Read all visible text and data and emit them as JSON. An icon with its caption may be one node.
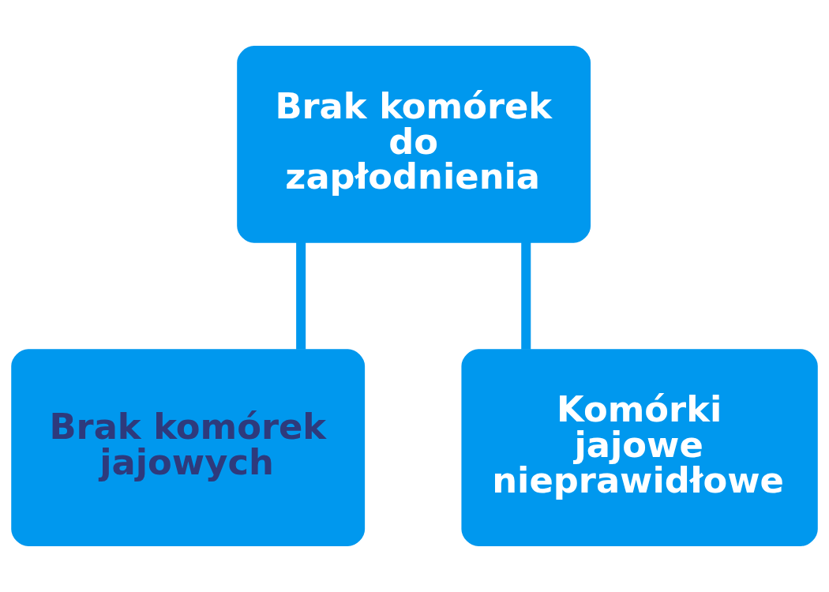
{
  "diagram": {
    "nodes": [
      {
        "text": [
          "Brak komórek do zapłodnienia"
        ]
      },
      {
        "text": [
          "Brak komórek jajowych"
        ]
      },
      {
        "text": [
          "Komórki jajowe nieprawidłowe"
        ]
      }
    ],
    "edges": [
      {
        "from": 0,
        "to": 1,
        "arrow": "none"
      },
      {
        "from": 0,
        "to": 2,
        "arrow": "none"
      }
    ]
  }
}
